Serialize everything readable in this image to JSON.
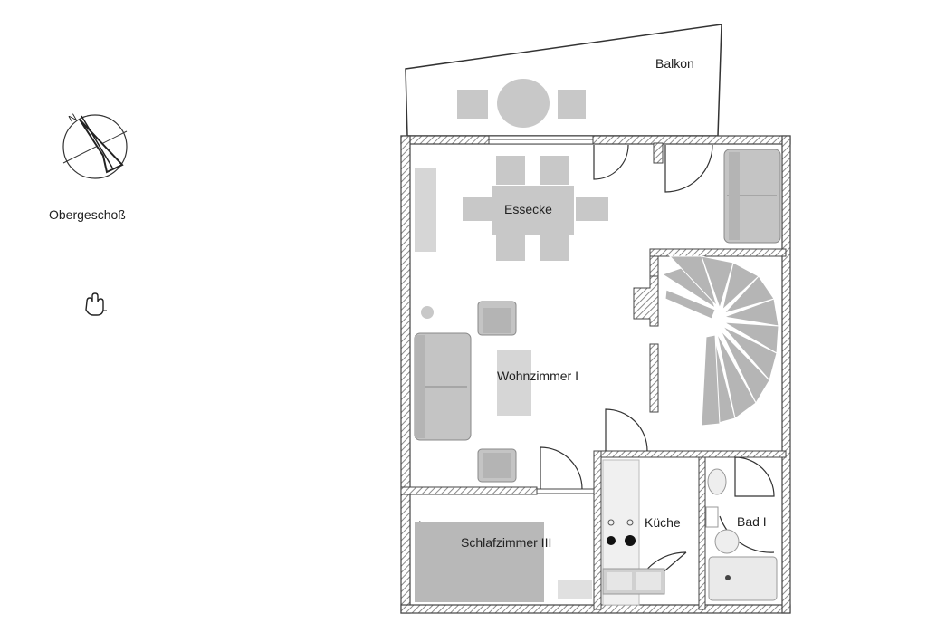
{
  "floor_label": "Obergeschoß",
  "rooms": {
    "balcony": "Balkon",
    "dining": "Essecke",
    "living": "Wohnzimmer I",
    "bedroom": "Schlafzimmer III",
    "kitchen": "Küche",
    "bath": "Bad I"
  },
  "icons": {
    "compass": "north-arrow-icon",
    "pan_tool": "hand-pan-icon"
  },
  "colors": {
    "wall": "#555555",
    "furniture": "#c8c8c8",
    "furniture_dark": "#a9a9a9",
    "hatch": "#9a9a9a"
  }
}
